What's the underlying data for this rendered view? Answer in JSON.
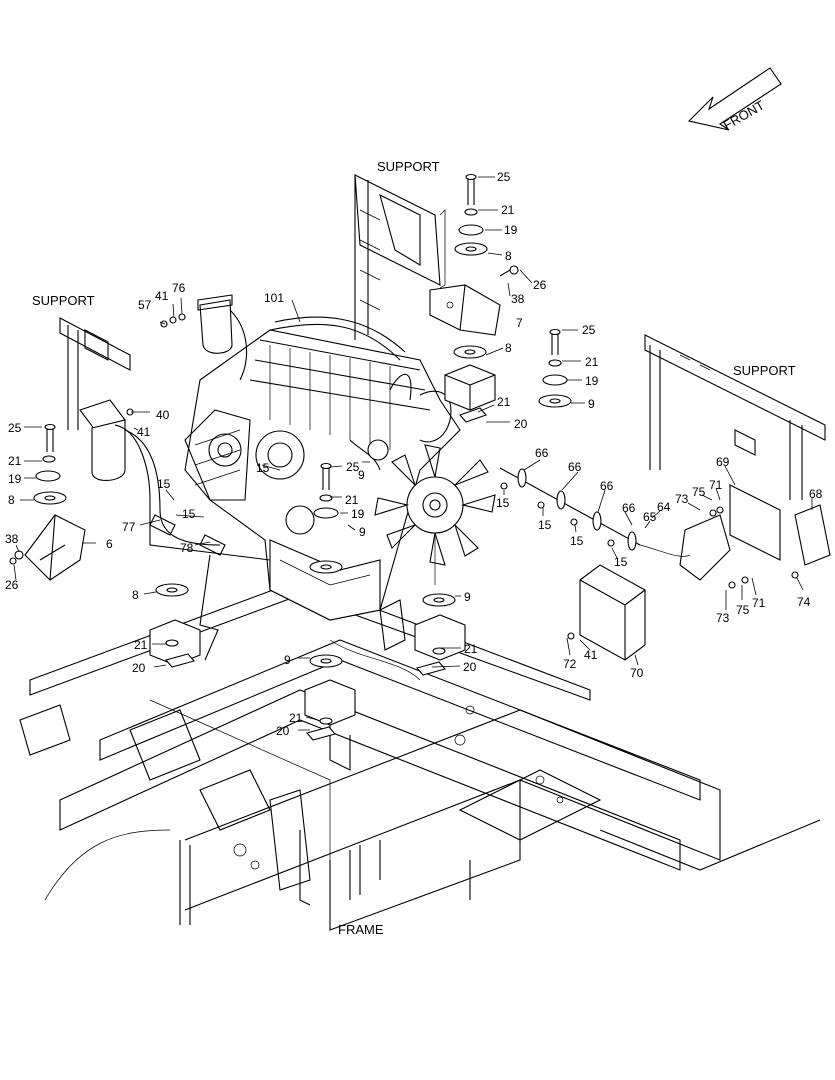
{
  "labels": {
    "front": "FRONT",
    "support_top": "SUPPORT",
    "support_left": "SUPPORT",
    "support_right": "SUPPORT",
    "frame": "FRAME"
  },
  "callouts": [
    {
      "id": "c1",
      "text": "25"
    },
    {
      "id": "c2",
      "text": "21"
    },
    {
      "id": "c3",
      "text": "19"
    },
    {
      "id": "c4",
      "text": "8"
    },
    {
      "id": "c5",
      "text": "26"
    },
    {
      "id": "c6",
      "text": "38"
    },
    {
      "id": "c7",
      "text": "7"
    },
    {
      "id": "c8",
      "text": "8"
    },
    {
      "id": "c9",
      "text": "21"
    },
    {
      "id": "c10",
      "text": "20"
    },
    {
      "id": "c11",
      "text": "101"
    },
    {
      "id": "c12",
      "text": "57"
    },
    {
      "id": "c13",
      "text": "41"
    },
    {
      "id": "c14",
      "text": "76"
    },
    {
      "id": "c15",
      "text": "40"
    },
    {
      "id": "c16",
      "text": "41"
    },
    {
      "id": "c17",
      "text": "25"
    },
    {
      "id": "c18",
      "text": "21"
    },
    {
      "id": "c19",
      "text": "19"
    },
    {
      "id": "c20",
      "text": "8"
    },
    {
      "id": "c21",
      "text": "6"
    },
    {
      "id": "c22",
      "text": "38"
    },
    {
      "id": "c23",
      "text": "26"
    },
    {
      "id": "c24",
      "text": "15"
    },
    {
      "id": "c25",
      "text": "77"
    },
    {
      "id": "c26",
      "text": "15"
    },
    {
      "id": "c27",
      "text": "78"
    },
    {
      "id": "c28",
      "text": "15"
    },
    {
      "id": "c29",
      "text": "25"
    },
    {
      "id": "c30",
      "text": "21"
    },
    {
      "id": "c31",
      "text": "19"
    },
    {
      "id": "c32",
      "text": "9"
    },
    {
      "id": "c33",
      "text": "9"
    },
    {
      "id": "c34",
      "text": "25"
    },
    {
      "id": "c35",
      "text": "21"
    },
    {
      "id": "c36",
      "text": "19"
    },
    {
      "id": "c37",
      "text": "9"
    },
    {
      "id": "c38",
      "text": "66"
    },
    {
      "id": "c39",
      "text": "15"
    },
    {
      "id": "c40",
      "text": "66"
    },
    {
      "id": "c41",
      "text": "15"
    },
    {
      "id": "c42",
      "text": "66"
    },
    {
      "id": "c43",
      "text": "15"
    },
    {
      "id": "c44",
      "text": "66"
    },
    {
      "id": "c45",
      "text": "15"
    },
    {
      "id": "c46",
      "text": "65"
    },
    {
      "id": "c47",
      "text": "64"
    },
    {
      "id": "c48",
      "text": "73"
    },
    {
      "id": "c49",
      "text": "75"
    },
    {
      "id": "c50",
      "text": "71"
    },
    {
      "id": "c51",
      "text": "69"
    },
    {
      "id": "c52",
      "text": "68"
    },
    {
      "id": "c53",
      "text": "73"
    },
    {
      "id": "c54",
      "text": "75"
    },
    {
      "id": "c55",
      "text": "71"
    },
    {
      "id": "c56",
      "text": "74"
    },
    {
      "id": "c57",
      "text": "72"
    },
    {
      "id": "c58",
      "text": "41"
    },
    {
      "id": "c59",
      "text": "70"
    },
    {
      "id": "c60",
      "text": "8"
    },
    {
      "id": "c61",
      "text": "21"
    },
    {
      "id": "c62",
      "text": "20"
    },
    {
      "id": "c63",
      "text": "9"
    },
    {
      "id": "c64",
      "text": "21"
    },
    {
      "id": "c65",
      "text": "20"
    },
    {
      "id": "c66",
      "text": "9"
    },
    {
      "id": "c67",
      "text": "21"
    },
    {
      "id": "c68",
      "text": "20"
    }
  ]
}
